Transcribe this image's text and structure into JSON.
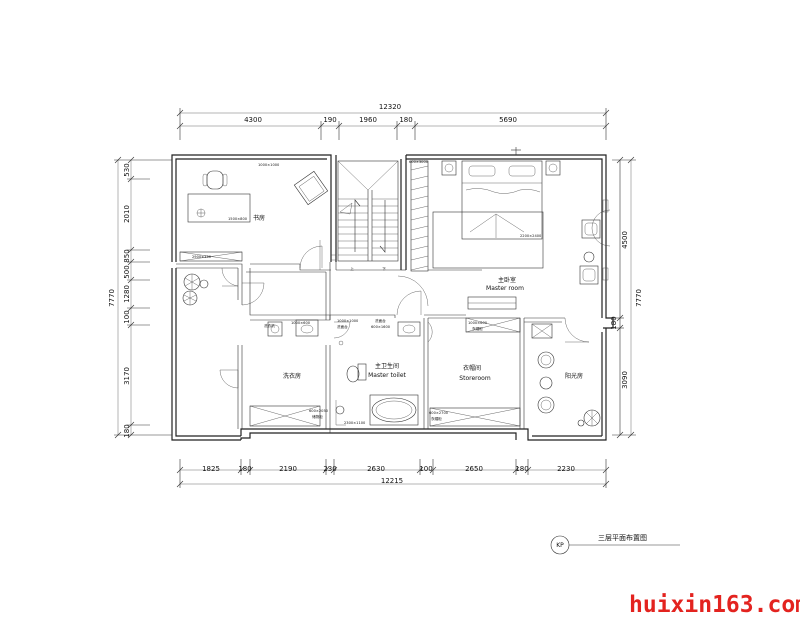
{
  "dimensions": {
    "top_total": "12320",
    "top_segments": [
      "4300",
      "190",
      "1960",
      "180",
      "5690"
    ],
    "bottom_segments": [
      "1825",
      "180",
      "2190",
      "230",
      "2630",
      "100",
      "2650",
      "180",
      "2230"
    ],
    "bottom_total": "12215",
    "left_segments": [
      "530",
      "2010",
      "850",
      "500",
      "1280",
      "100",
      "3170",
      "180"
    ],
    "left_total": "7770",
    "right_segments": [
      "4500",
      "180",
      "3090"
    ],
    "right_total": "7770"
  },
  "rooms": {
    "study": "书房",
    "master_room_cn": "主卧室",
    "master_room_en": "Master room",
    "laundry": "洗衣房",
    "master_toilet_cn": "主卫生间",
    "master_toilet_en": "Master toilet",
    "storeroom_cn": "衣帽间",
    "storeroom_en": "Storeroom",
    "sunroom": "阳光房"
  },
  "annotations": {
    "desk_top": "1000×1000",
    "desk": "1500×800",
    "study_cabinet": "2900×350",
    "bed": "2200×2400",
    "bedroom_cabinet": "600×3000",
    "basin_left_size": "1000×1000",
    "basin_left_label": "洗面台",
    "basin_right_label": "洗面台",
    "basin_right_size": "600×1600",
    "washer": "洗衣机",
    "laundry_basin": "1000×600",
    "laundry_cabinet_size": "600×2050",
    "laundry_cabinet_label": "储物柜",
    "bath": "2300×1100",
    "wardrobe_top_size": "1000×600",
    "wardrobe_top_label": "衣帽柜",
    "wardrobe_bottom_size": "600×2700",
    "wardrobe_bottom_label": "衣帽柜",
    "stair_up": "上",
    "stair_down": "下"
  },
  "legend": {
    "code": "KP",
    "title": "三层平面布置图"
  },
  "watermark": "huixin163.com"
}
